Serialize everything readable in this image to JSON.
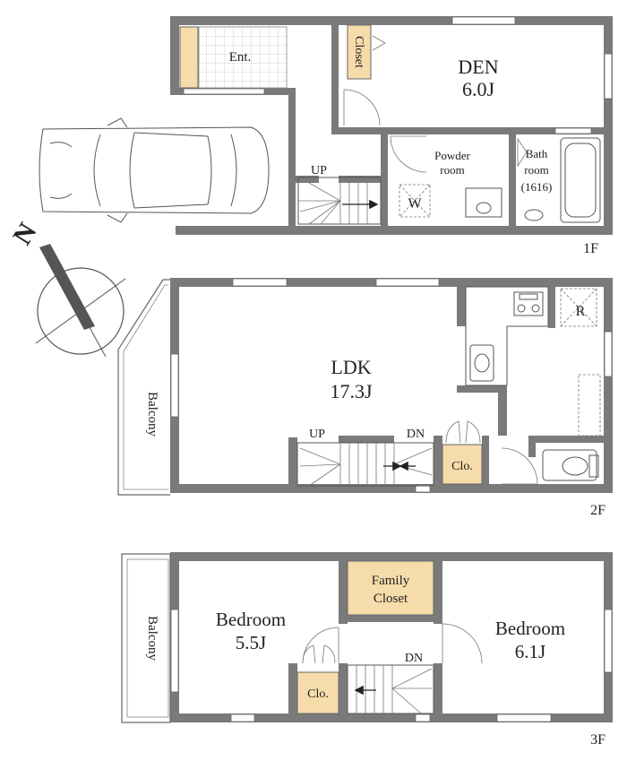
{
  "floors": {
    "f1": {
      "label": "1F",
      "rooms": {
        "entrance": "Ent.",
        "closet": "Closet",
        "den_name": "DEN",
        "den_size": "6.0J",
        "powder_1": "Powder",
        "powder_2": "room",
        "bath_1": "Bath",
        "bath_2": "room",
        "bath_3": "(1616)",
        "washer": "W"
      },
      "stair_label": "UP"
    },
    "f2": {
      "label": "2F",
      "rooms": {
        "ldk_name": "LDK",
        "ldk_size": "17.3J",
        "balcony": "Balcony",
        "closet": "Clo.",
        "fridge": "R"
      },
      "stair_up": "UP",
      "stair_dn": "DN"
    },
    "f3": {
      "label": "3F",
      "rooms": {
        "bed1_name": "Bedroom",
        "bed1_size": "5.5J",
        "bed2_name": "Bedroom",
        "bed2_size": "6.1J",
        "family_1": "Family",
        "family_2": "Closet",
        "balcony": "Balcony",
        "closet": "Clo."
      },
      "stair_dn": "DN"
    }
  },
  "compass": {
    "north": "N"
  },
  "colors": {
    "wall": "#7a7a7a",
    "storage": "#f6dcab",
    "tile": "#cfcfcf"
  }
}
